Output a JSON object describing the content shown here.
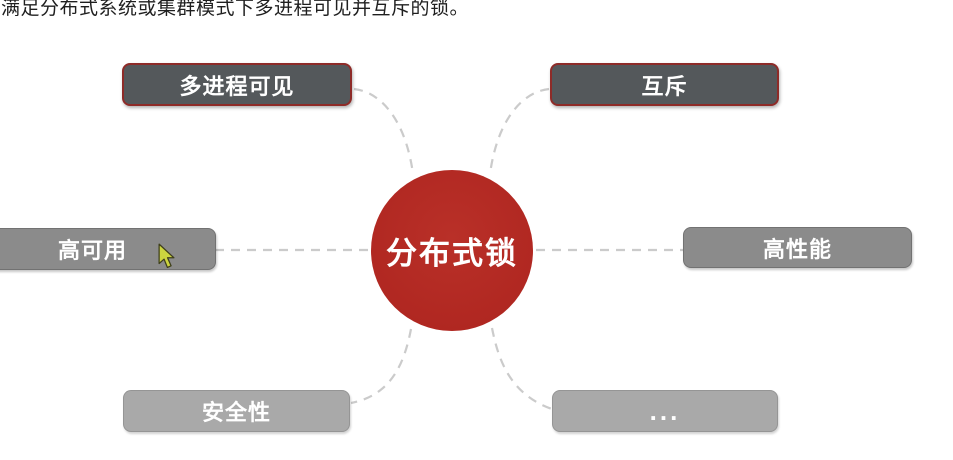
{
  "page": {
    "top_text": "满足分布式系统或集群模式下多进程可见并互斥的锁。"
  },
  "diagram": {
    "center": {
      "id": "distributed-lock",
      "label": "分布式锁"
    },
    "nodes": [
      {
        "id": "multi-process-visible",
        "label": "多进程可见",
        "position": "top-left",
        "style": "dark"
      },
      {
        "id": "mutual-exclusion",
        "label": "互斥",
        "position": "top-right",
        "style": "dark"
      },
      {
        "id": "high-availability",
        "label": "高可用",
        "position": "middle-left",
        "style": "medium"
      },
      {
        "id": "high-performance",
        "label": "高性能",
        "position": "middle-right",
        "style": "medium"
      },
      {
        "id": "safety",
        "label": "安全性",
        "position": "bottom-left",
        "style": "light"
      },
      {
        "id": "more",
        "label": "...",
        "position": "bottom-right",
        "style": "light"
      }
    ]
  },
  "colors": {
    "center_fill": "#b02721",
    "dark_node_fill": "#54585b",
    "dark_node_border": "#8e2b28",
    "medium_node_fill": "#8b8b8b",
    "light_node_fill": "#a9a9a9",
    "connector": "#cbcbcb",
    "cursor": "#ccd43f",
    "node_text": "#ffffff",
    "heading_text": "#1f1f1f"
  }
}
